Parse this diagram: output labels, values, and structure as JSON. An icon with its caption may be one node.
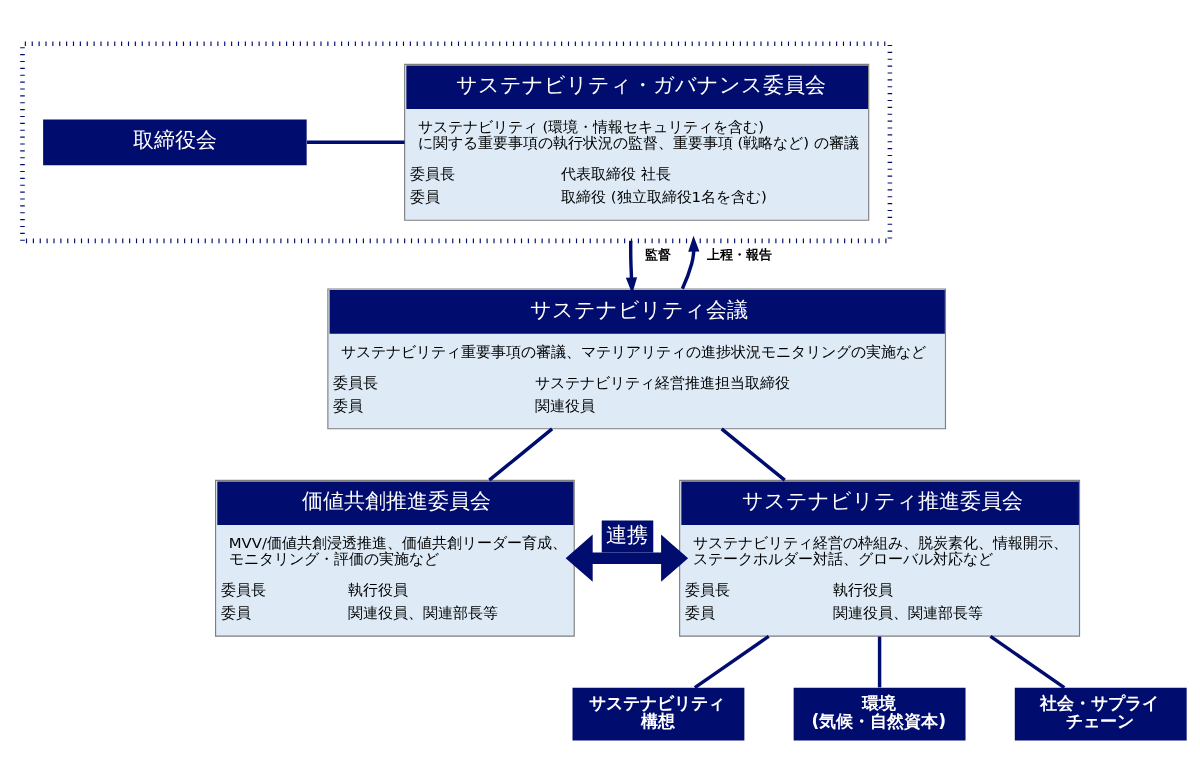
{
  "diagram": {
    "nodes": [
      {
        "text": [],
        "shape": "box"
      },
      {
        "text": [
          "取締役会"
        ],
        "in": 0
      },
      {
        "text": [
          "サステナビリティ・ガバナンス委員会",
          "サステナビリティ (環境・情報セキュリティを含む) に関する重要事項の執行状況の監督、重要事項 (戦略など) の審議",
          "委員長",
          "代表取締役 社長",
          "委員",
          "取締役 (独立取締役1名を含む)"
        ],
        "in": 0
      },
      {
        "text": [
          "サステナビリティ会議",
          "サステナビリティ重要事項の審議、マテリアリティの進捗状況モニタリングの実施など",
          "委員長",
          "サステナビリティ経営推進担当取締役",
          "委員",
          "関連役員"
        ]
      },
      {
        "text": [
          "価値共創推進委員会",
          "MVV/価値共創浸透推進、価値共創リーダー育成、モニタリング・評価の実施など",
          "委員長",
          "執行役員",
          "委員",
          "関連役員、関連部長等"
        ]
      },
      {
        "text": [
          "サステナビリティ推進委員会",
          "サステナビリティ経営の枠組み、脱炭素化、情報開示、ステークホルダー対話、グローバル対応など",
          "委員長",
          "執行役員",
          "委員",
          "関連役員、関連部長等"
        ]
      },
      {
        "text": [
          "サステナビリティ構想"
        ]
      },
      {
        "text": [
          "環境(気候・自然資本)"
        ]
      },
      {
        "text": [
          "社会・サプライチェーン"
        ]
      }
    ],
    "edges": [
      {
        "from": 1,
        "to": 2,
        "arrow": "none"
      },
      {
        "from": 0,
        "to": 3,
        "arrow": "to",
        "label": "監督"
      },
      {
        "from": 3,
        "to": 0,
        "arrow": "to",
        "label": "上程・報告"
      },
      {
        "from": 3,
        "to": 4,
        "arrow": "none"
      },
      {
        "from": 3,
        "to": 5,
        "arrow": "none"
      },
      {
        "from": 4,
        "to": 5,
        "arrow": "both",
        "label": "連携",
        "style": "thick"
      },
      {
        "from": 5,
        "to": 6,
        "arrow": "none"
      },
      {
        "from": 5,
        "to": 7,
        "arrow": "none"
      },
      {
        "from": 5,
        "to": 8,
        "arrow": "none"
      }
    ]
  }
}
